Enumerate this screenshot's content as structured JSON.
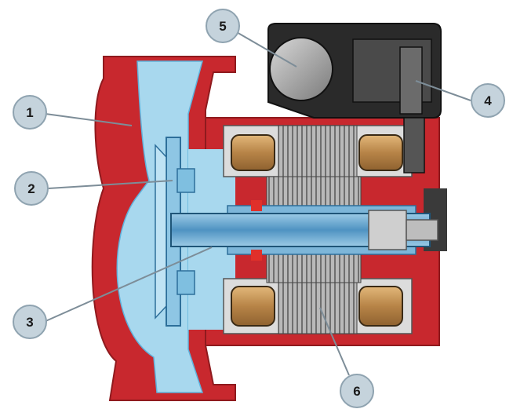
{
  "callouts": [
    {
      "label": "1"
    },
    {
      "label": "2"
    },
    {
      "label": "3"
    },
    {
      "label": "4"
    },
    {
      "label": "5"
    },
    {
      "label": "6"
    }
  ],
  "colors": {
    "housing": "#c8282e",
    "housing_dark": "#8f1a1e",
    "fluid": "#a8d8ee",
    "fluid_dark": "#5fb2dc",
    "shaft": "#6aa6cc",
    "stator": "#9a9a9a",
    "winding": "#c8985a",
    "electronics": "#2a2a2a",
    "callout_fill": "#c5d3dc",
    "callout_stroke": "#8fa3b0"
  }
}
